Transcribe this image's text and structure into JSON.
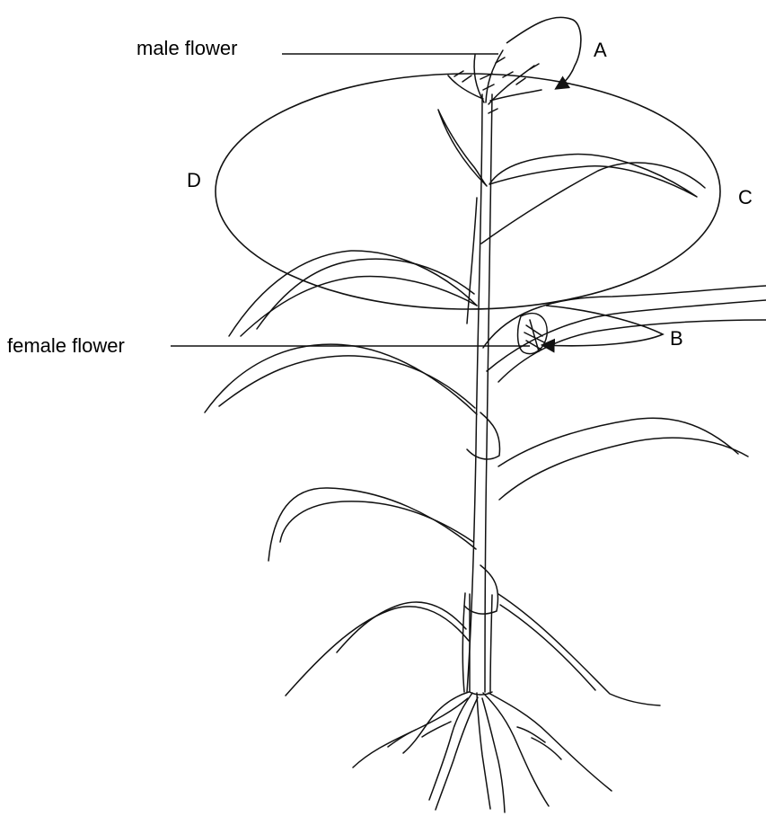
{
  "figure": {
    "labels": {
      "male_flower": "male flower",
      "female_flower": "female flower"
    },
    "letters": {
      "a": "A",
      "b": "B",
      "c": "C",
      "d": "D"
    },
    "colors": {
      "line": "#111111",
      "background": "#ffffff"
    }
  }
}
